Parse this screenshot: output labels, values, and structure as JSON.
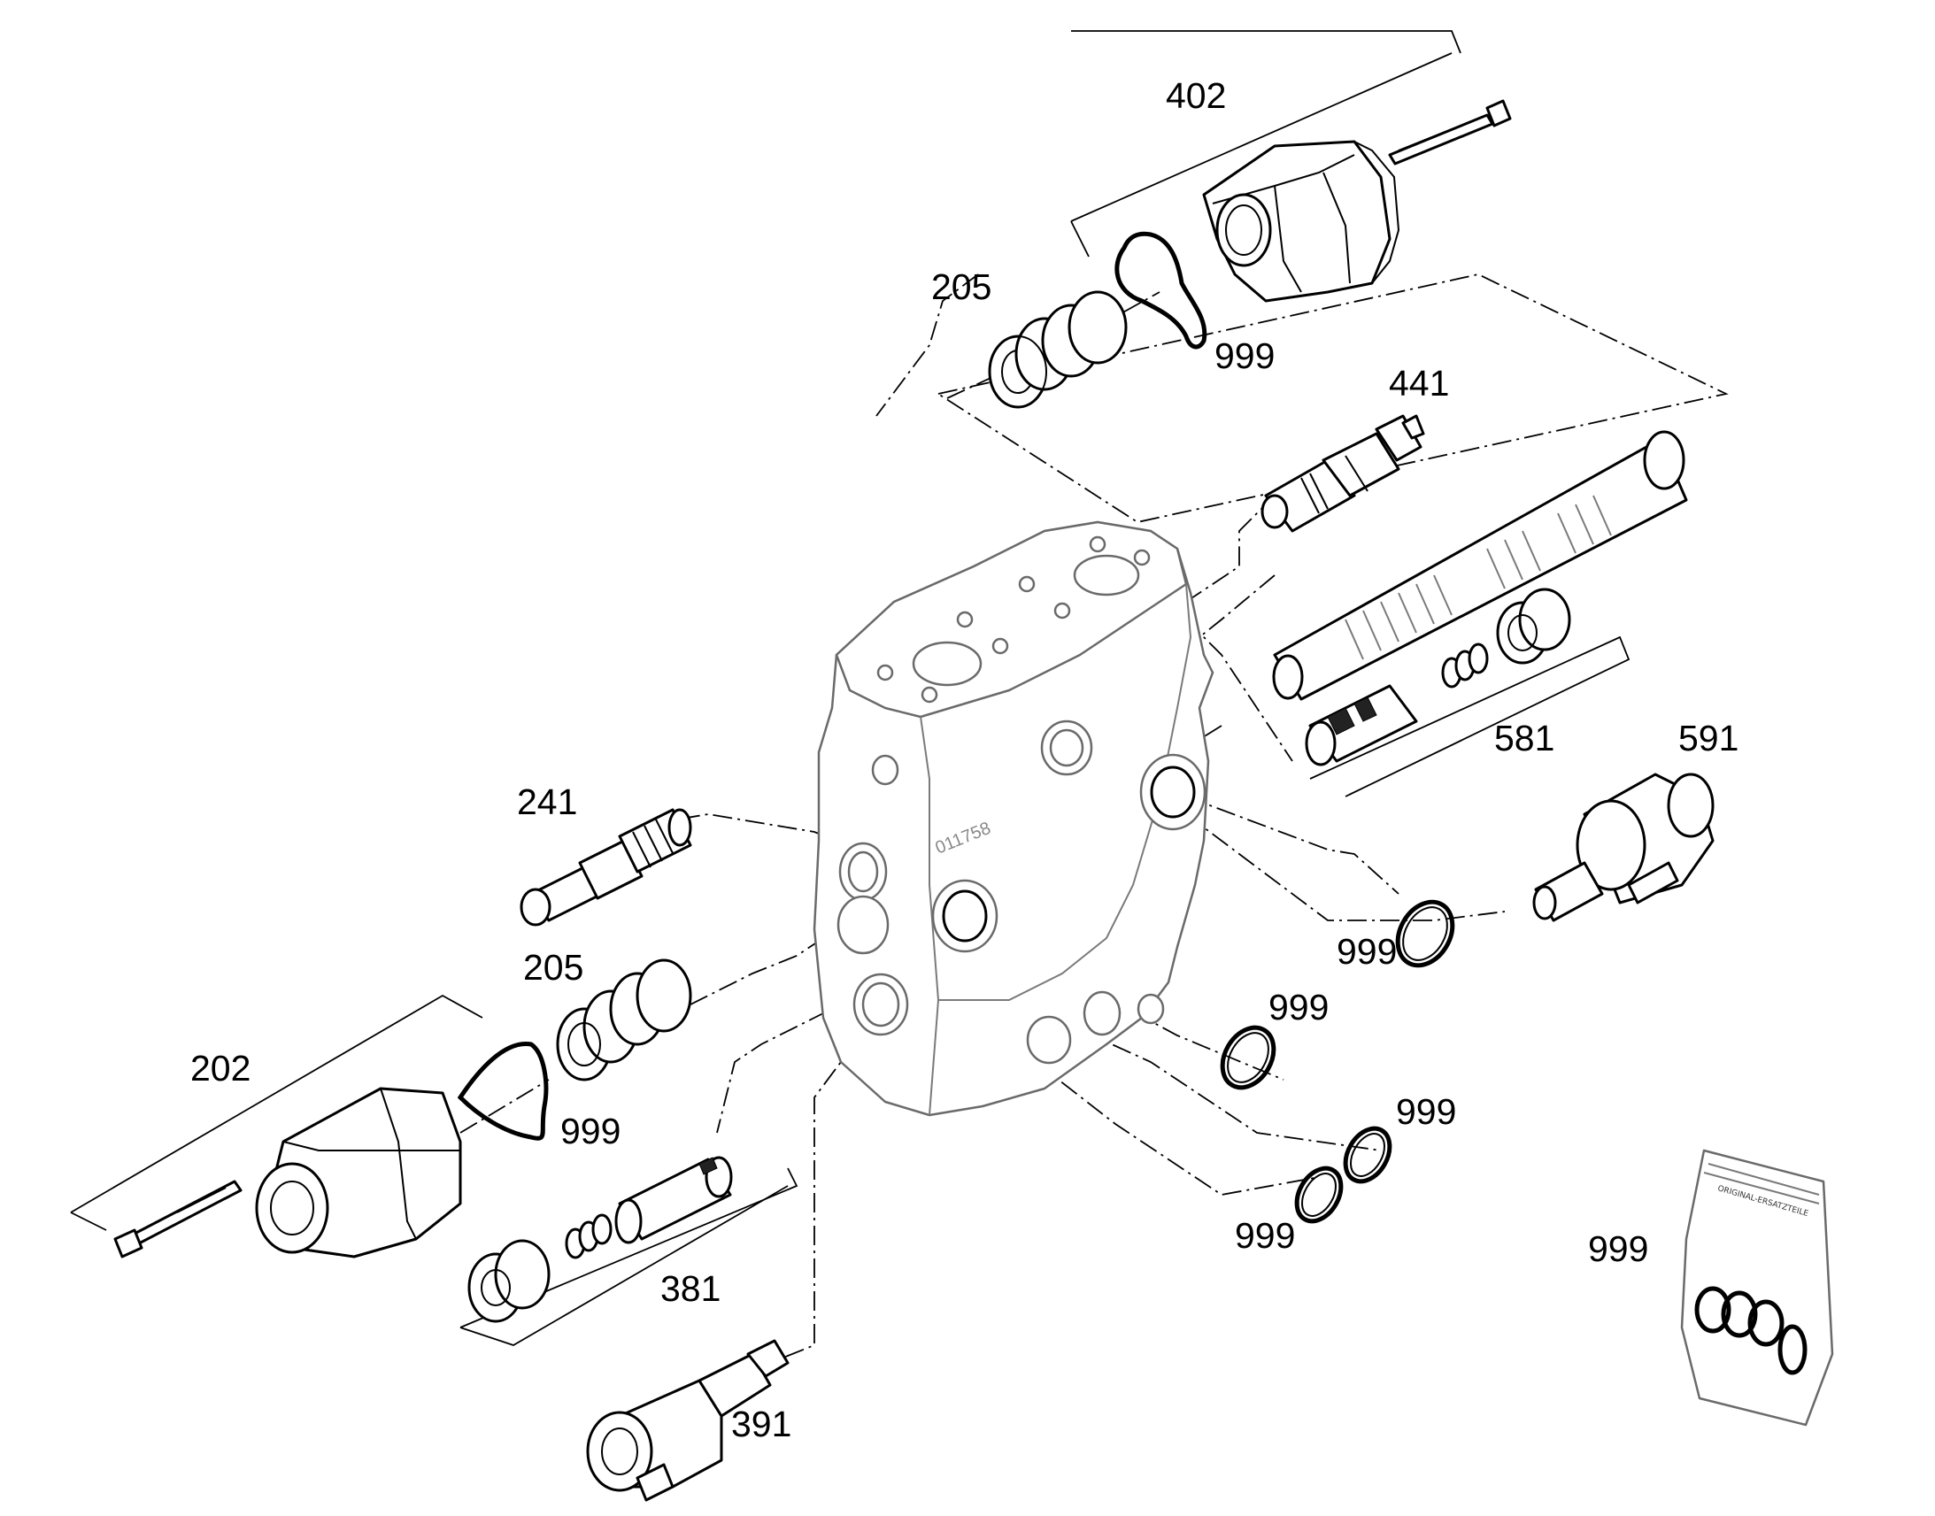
{
  "labels": {
    "l402": "402",
    "l205_top": "205",
    "l999_top": "999",
    "l441": "441",
    "l581": "581",
    "l591": "591",
    "l241": "241",
    "l205_mid": "205",
    "l202": "202",
    "l999_mid": "999",
    "l381": "381",
    "l391": "391",
    "l999_r1": "999",
    "l999_r2": "999",
    "l999_r3": "999",
    "l999_r4": "999",
    "l999_kit": "999"
  },
  "block_marking": "011758",
  "bag_text": "ORIGINAL-ERSATZTEILE"
}
